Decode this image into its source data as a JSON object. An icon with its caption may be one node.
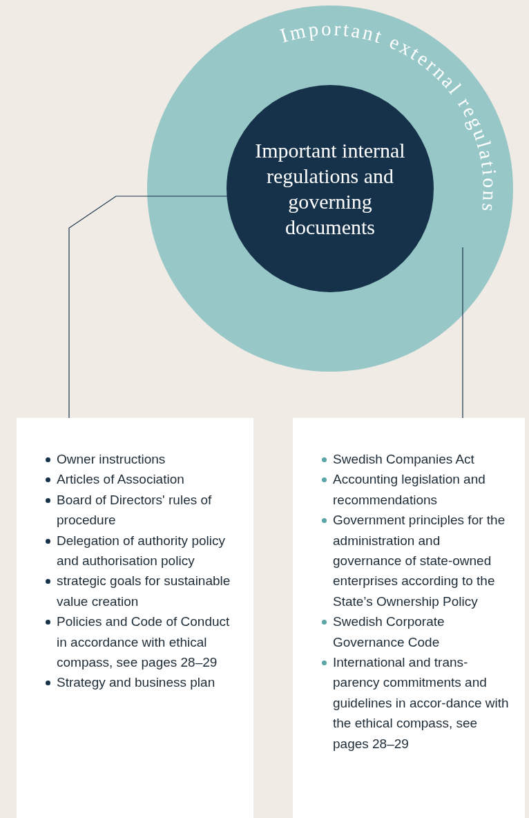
{
  "diagram": {
    "nodes": [
      {
        "text": [],
        "shape": "circle"
      },
      {
        "text": [
          "Important external regulations"
        ],
        "in": 0
      },
      {
        "text": [
          "Important internal regulations and governing documents"
        ],
        "in": 0
      },
      {
        "text": [
          "Owner instructions",
          "Articles of Association",
          "Board of Directors' rules of procedure",
          "Delegation of authority policy and authorisation policy",
          "strategic goals for sustainable value creation",
          "Policies and Code of Conduct in accordance with ethical compass, see pages 28–29",
          "Strategy and business plan"
        ]
      },
      {
        "text": [
          "Swedish Companies Act",
          "Accounting legislation and recommendations",
          "Government principles for the administration and governance of state-owned enterprises according to the State’s Ownership Policy",
          "Swedish Corporate Governance Code",
          "International and trans-parency commitments and guidelines in accor-dance with the ethical compass, see pages 28–29"
        ]
      }
    ],
    "edges": [
      {
        "from": 2,
        "to": 3,
        "arrow": "none"
      },
      {
        "from": 1,
        "to": 4,
        "arrow": "none"
      }
    ]
  }
}
